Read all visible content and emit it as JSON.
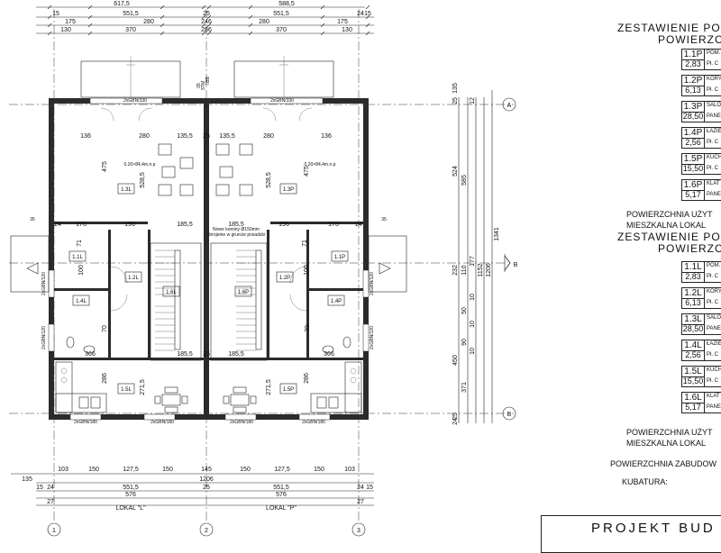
{
  "drawing": {
    "top_dims": {
      "row1": [
        "617,5",
        "588,5"
      ],
      "row2": [
        "15",
        "551,5",
        "25",
        "551,5",
        "24",
        "15"
      ],
      "row3": [
        "175",
        "280",
        "246",
        "280",
        "175"
      ],
      "row4": [
        "130",
        "370",
        "286",
        "370",
        "130"
      ]
    },
    "top_small": [
      "135",
      "25",
      "25",
      "145"
    ],
    "inner_dims": {
      "row_a": [
        "136",
        "280",
        "135,5",
        "25",
        "135,5",
        "280",
        "136"
      ],
      "row_b": [
        "24",
        "170",
        "196",
        "185,5",
        "185,5",
        "196",
        "170",
        "24"
      ],
      "row_c": [
        "366",
        "185,5",
        "25",
        "185,5",
        "366"
      ]
    },
    "vertical_dims": {
      "left_upper": [
        "475",
        "528,5"
      ],
      "right_upper": [
        "528,5",
        "475"
      ],
      "left_mid": [
        "71",
        "100",
        "70"
      ],
      "right_mid": [
        "71",
        "100",
        "70"
      ],
      "left_lower": [
        "286",
        "271,5"
      ],
      "right_lower": [
        "271,5",
        "286"
      ]
    },
    "right_dims": {
      "col1": [
        "135",
        "25",
        "524",
        "232",
        "450",
        "25",
        "24"
      ],
      "col2": [
        "585",
        "110",
        "50",
        "90",
        "371"
      ],
      "col3": [
        "12",
        "177",
        "10",
        "10",
        "10"
      ],
      "col4": [
        "1152",
        "1206"
      ],
      "col5": [
        "1341"
      ]
    },
    "bottom_dims": {
      "row1": [
        "103",
        "150",
        "127,5",
        "150",
        "145",
        "150",
        "127,5",
        "150",
        "103"
      ],
      "row1_end": [
        "135"
      ],
      "row2": [
        "1206"
      ],
      "row3": [
        "15",
        "24",
        "551,5",
        "25",
        "551,5",
        "24",
        "15"
      ],
      "row4": [
        "576",
        "576"
      ],
      "row5": [
        "27",
        "27"
      ],
      "lokal_l": "LOKAL \"L\"",
      "lokal_p": "LOKAL \"P\""
    },
    "axes_v": [
      "1",
      "2",
      "3"
    ],
    "axes_h": [
      "A",
      "B"
    ],
    "section_mark": "B",
    "window_labels": {
      "top_left": "2xGBN/330",
      "top_right": "2xGBN/330",
      "bottom": [
        "2xGBN/180",
        "2xGBN/180",
        "2xGBN/180",
        "2xGBN/180"
      ],
      "side_left": "2xGBN/120",
      "side_right": "2xGBN/120",
      "side_left2": "2xGBN/120",
      "side_right2": "2xGBN/120"
    },
    "rooms": [
      "1.3L",
      "1.3P",
      "1.1L",
      "1.2L",
      "1.6L",
      "1.6P",
      "1.2P",
      "1.1P",
      "1.4L",
      "1.4P",
      "1.5L",
      "1.5P"
    ],
    "small_notes": [
      "0.20×84,4m.n.p",
      "0.20×84,4m.n.p"
    ],
    "chimney_note": "Nowe kominy Ø150mm, zbrojenie w gruncie posadzki",
    "misc": [
      "35",
      "35",
      "05",
      "STM",
      "TBB"
    ]
  },
  "panel": {
    "title1": "ZESTAWIENIE POM",
    "title1b": "POWIERZCHN",
    "rooms_p": [
      {
        "code": "1.1P",
        "name": "POM.",
        "area": "2,83",
        "floor": "Pł. C"
      },
      {
        "code": "1.2P",
        "name": "KORY",
        "area": "6,13",
        "floor": "Pł. C"
      },
      {
        "code": "1.3P",
        "name": "SALO",
        "area": "28,50",
        "floor": "PANE"
      },
      {
        "code": "1.4P",
        "name": "ŁAZIE",
        "area": "2,56",
        "floor": "Pł. C"
      },
      {
        "code": "1.5P",
        "name": "KUCH",
        "area": "15,50",
        "floor": "Pł. C"
      },
      {
        "code": "1.6P",
        "name": "KLAT",
        "area": "5,17",
        "floor": "PANE"
      }
    ],
    "sum_p_1": "POWIERZCHNIA UŻYT",
    "sum_p_2": "MIESZKALNA LOKAL",
    "title2": "ZESTAWIENIE POM",
    "title2b": "POWIERZCH",
    "rooms_l": [
      {
        "code": "1.1L",
        "name": "POM.",
        "area": "2,83",
        "floor": "Pł. C"
      },
      {
        "code": "1.2L",
        "name": "KORY",
        "area": "6,13",
        "floor": "Pł. C"
      },
      {
        "code": "1.3L",
        "name": "SALO",
        "area": "28,50",
        "floor": "PANE"
      },
      {
        "code": "1.4L",
        "name": "ŁAZIE",
        "area": "2,56",
        "floor": "Pł. C"
      },
      {
        "code": "1.5L",
        "name": "KUCH",
        "area": "15,50",
        "floor": "Pł. C"
      },
      {
        "code": "1.6L",
        "name": "KLAT",
        "area": "5,17",
        "floor": "PANE"
      }
    ],
    "sum_l_1": "POWIERZCHNIA UŻYT",
    "sum_l_2": "MIESZKALNA LOKAL",
    "zabud": "POWIERZCHNIA ZABUDOW",
    "kubatura": "KUBATURA:",
    "project": "PROJEKT BUD"
  }
}
